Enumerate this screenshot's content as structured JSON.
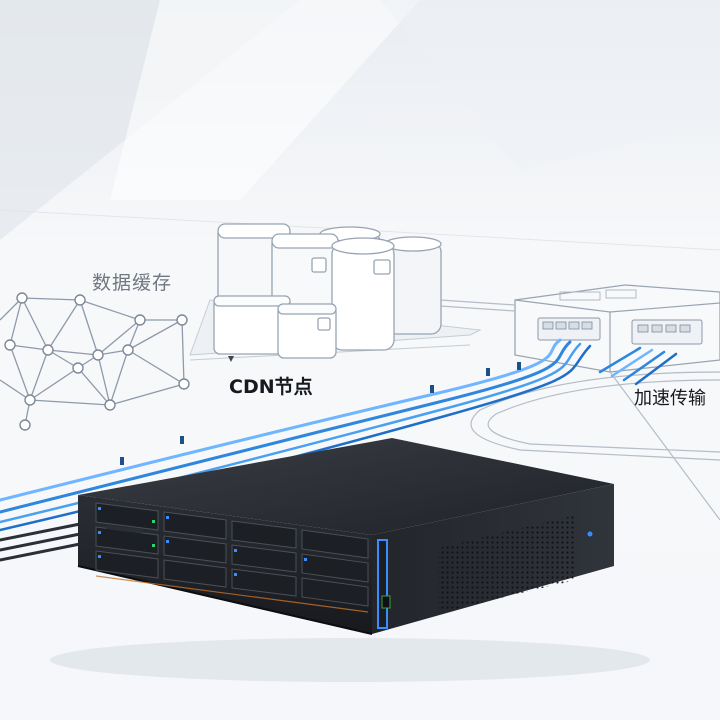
{
  "labels": {
    "data_cache": "数据缓存",
    "cdn_node": "CDN节点",
    "acceleration": "加速传输"
  },
  "colors": {
    "background": "#f4f6f9",
    "cable_blue": "#2e86de",
    "server_body": "#2a2d33",
    "accent_led": "#3a8dff",
    "line_art": "#a9b4c2"
  },
  "scene": {
    "description_items": [
      "mesh-network",
      "cdn-storage-cluster",
      "network-switch",
      "rack-server"
    ],
    "server_drive_bays": 12
  }
}
